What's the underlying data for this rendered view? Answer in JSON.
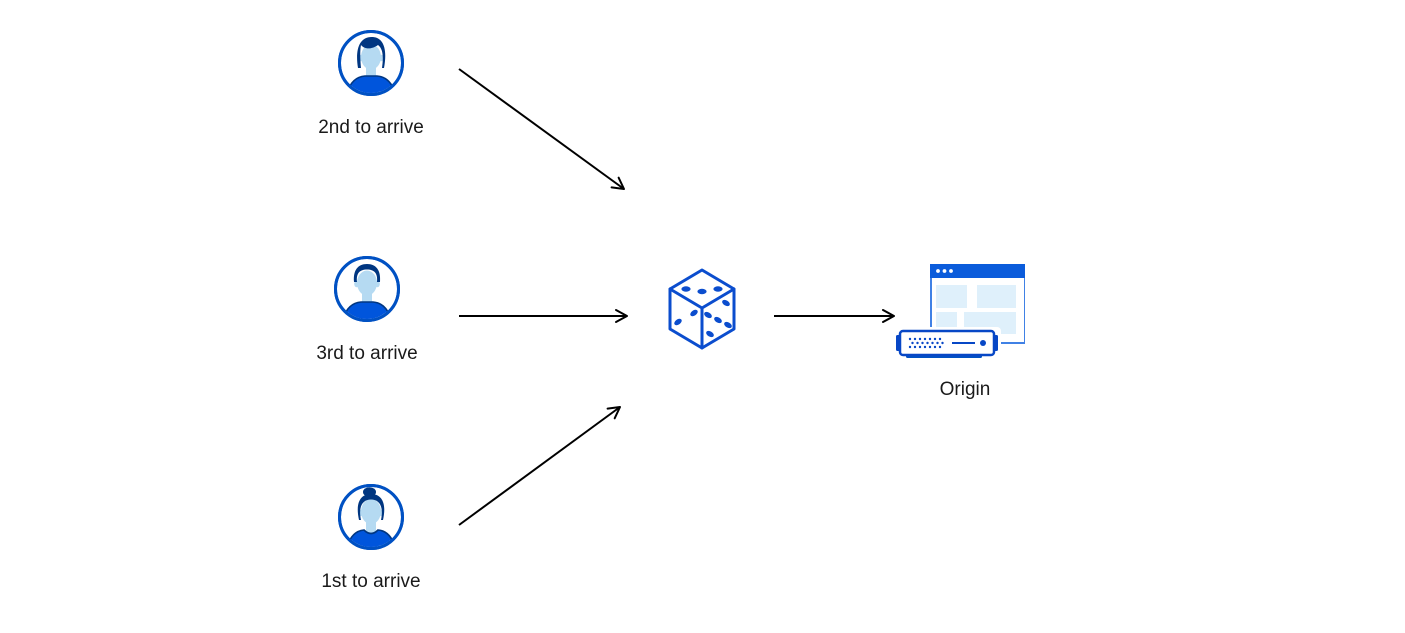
{
  "colors": {
    "background": "#ffffff",
    "text": "#1a1a1a",
    "arrow": "#000000",
    "ring_blue": "#0051c3",
    "navy": "#003681",
    "skin": "#b5daf2",
    "shirt_blue": "#0055dc",
    "dice_blue": "#0b4dce",
    "titlebar_blue": "#0b5cdb",
    "window_border": "#4081e5",
    "pale_blue": "#dff0fb",
    "server_blue": "#0747c6",
    "server_dark": "#0051c3"
  },
  "nodes": {
    "users": [
      {
        "label": "2nd to arrive",
        "icon": "male-avatar-swept-hair-icon"
      },
      {
        "label": "3rd to arrive",
        "icon": "male-avatar-short-hair-icon"
      },
      {
        "label": "1st to arrive",
        "icon": "female-avatar-bun-icon"
      }
    ],
    "balancer": {
      "icon": "dice-icon"
    },
    "origin": {
      "label": "Origin",
      "icon": "origin-server-browser-icon"
    }
  },
  "arrows": [
    {
      "from": "2nd-to-arrive",
      "to": "dice"
    },
    {
      "from": "3rd-to-arrive",
      "to": "dice"
    },
    {
      "from": "1st-to-arrive",
      "to": "dice"
    },
    {
      "from": "dice",
      "to": "origin"
    }
  ]
}
